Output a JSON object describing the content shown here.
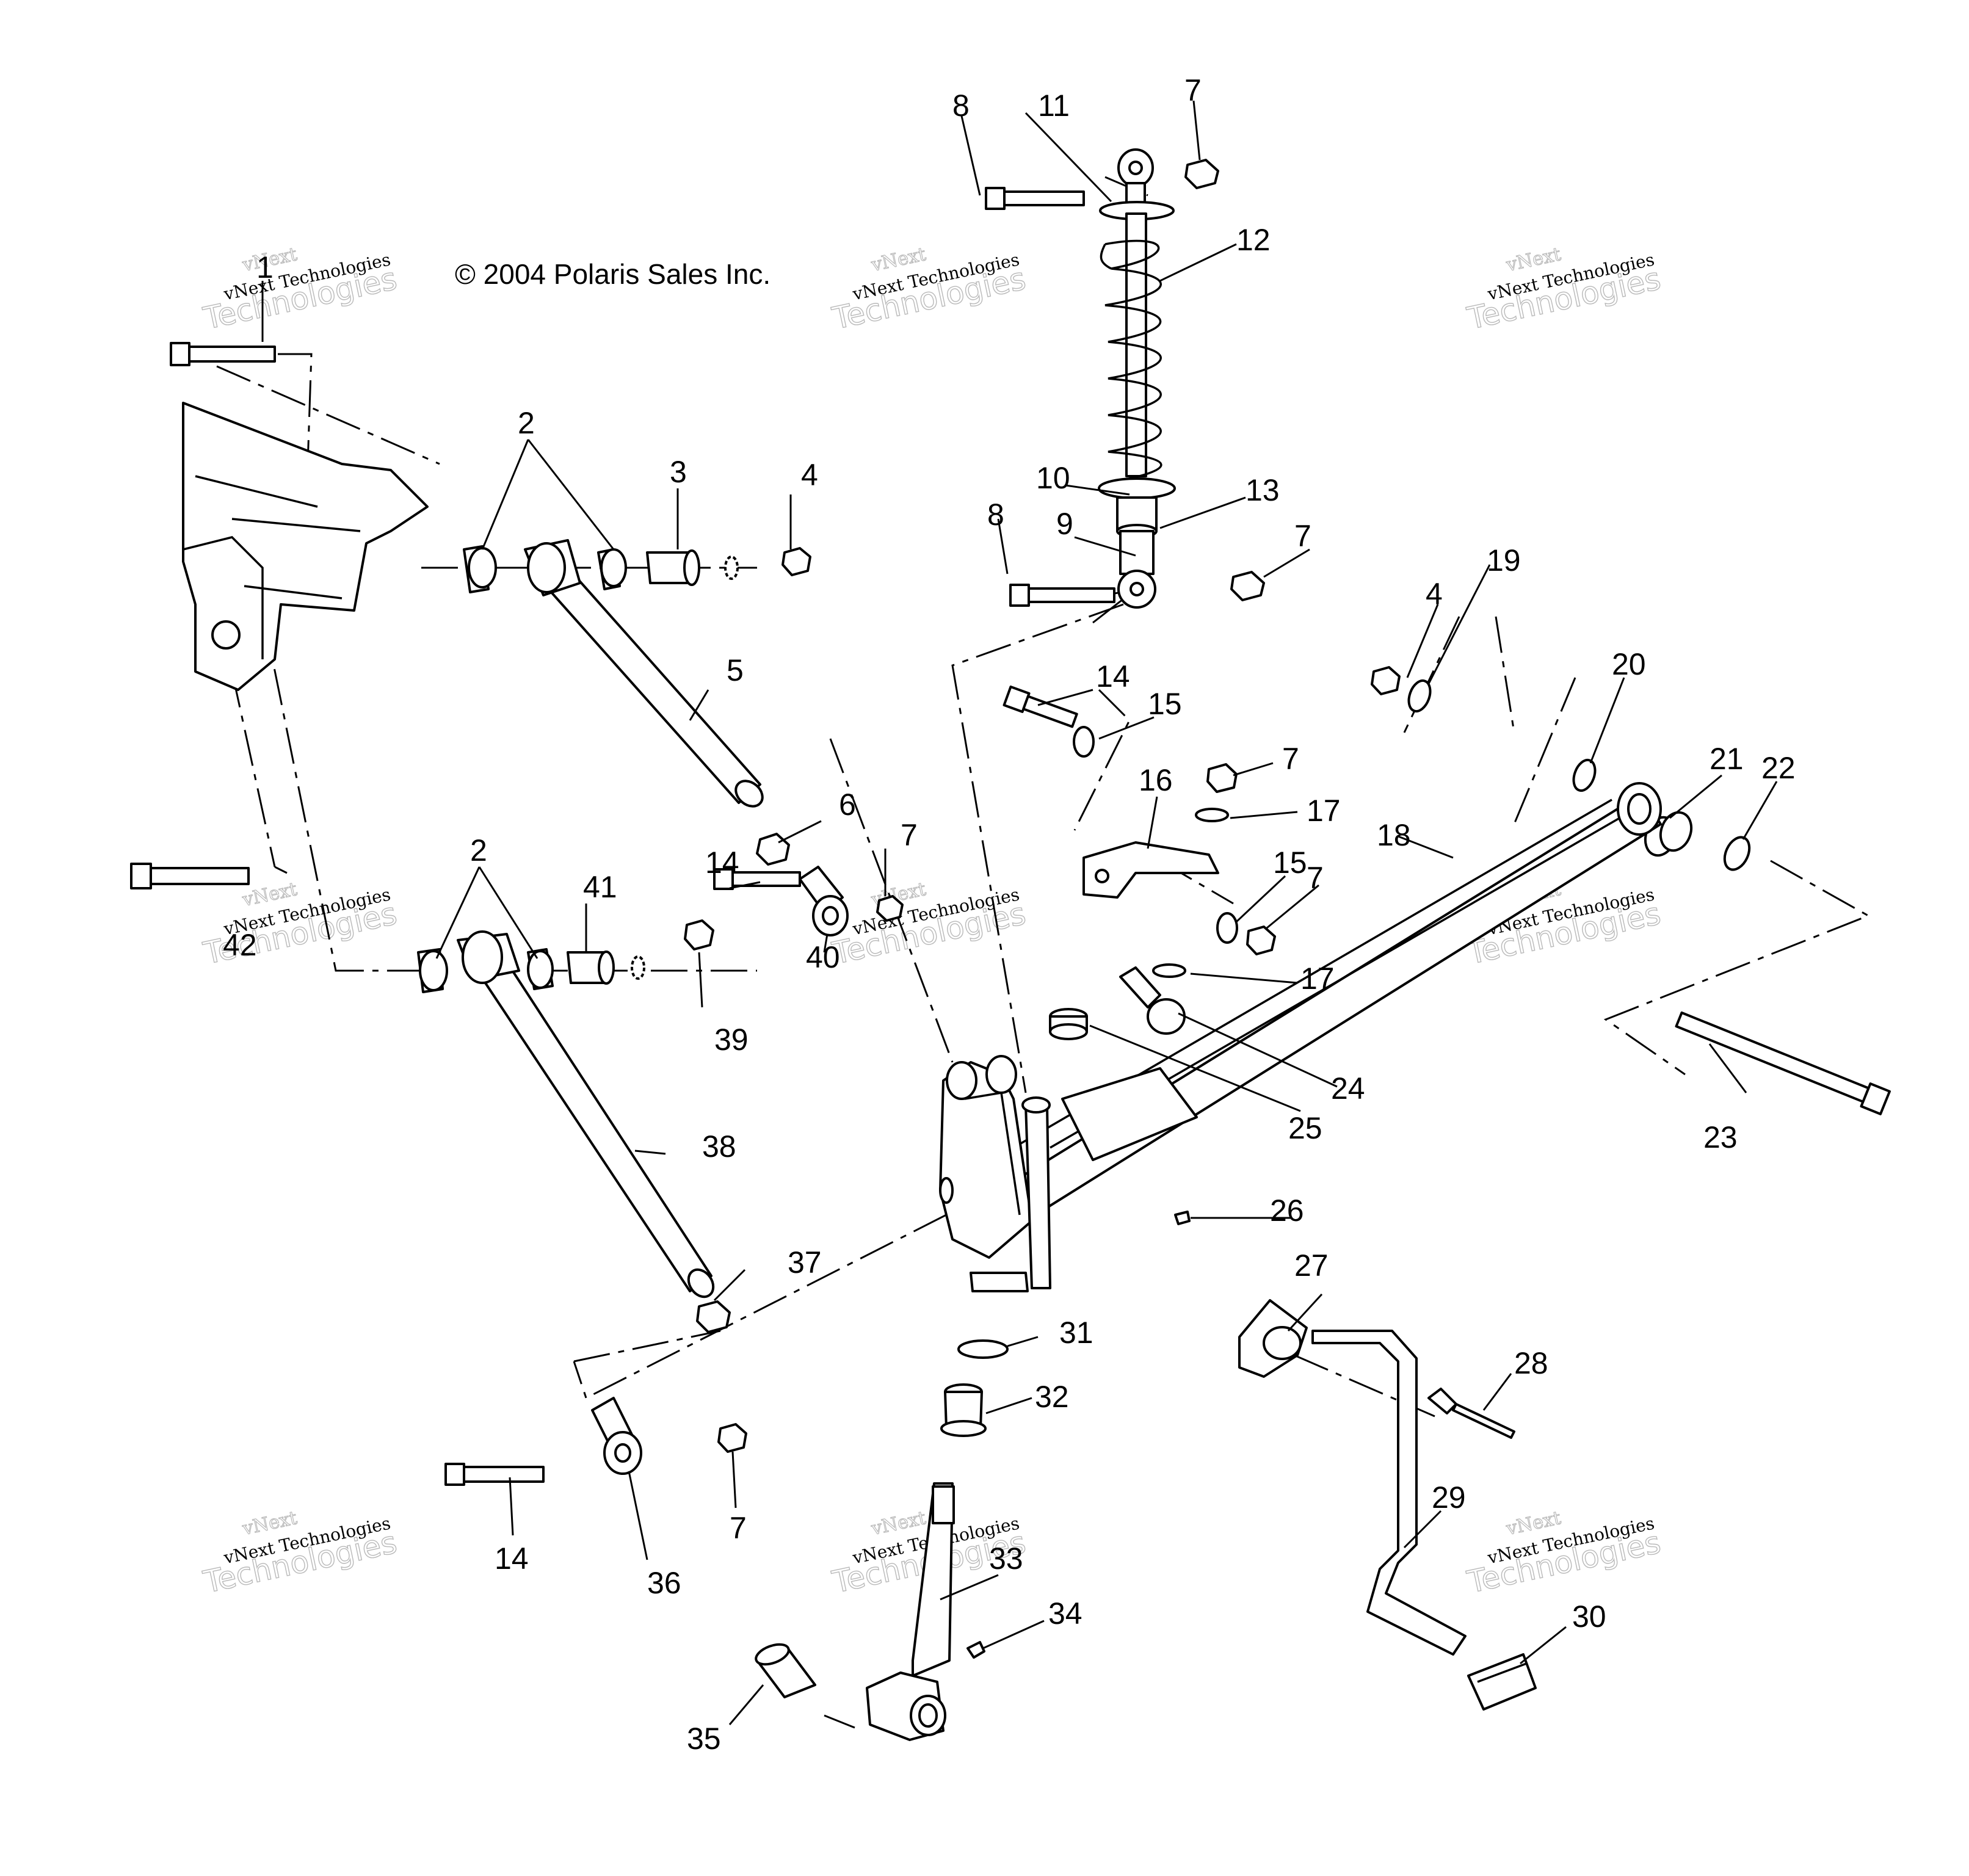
{
  "copyright": "© 2004 Polaris Sales Inc.",
  "watermark": {
    "line1": "vNext",
    "line2": "Technologies",
    "line3": "vNext Technologies"
  },
  "callouts": [
    "1",
    "2",
    "2",
    "3",
    "4",
    "5",
    "6",
    "7",
    "7",
    "7",
    "7",
    "7",
    "7",
    "8",
    "8",
    "9",
    "10",
    "11",
    "12",
    "13",
    "14",
    "14",
    "14",
    "15",
    "15",
    "16",
    "17",
    "17",
    "18",
    "19",
    "4",
    "20",
    "21",
    "22",
    "23",
    "24",
    "25",
    "26",
    "27",
    "28",
    "29",
    "30",
    "31",
    "32",
    "33",
    "34",
    "35",
    "36",
    "37",
    "38",
    "39",
    "40",
    "41",
    "42"
  ]
}
